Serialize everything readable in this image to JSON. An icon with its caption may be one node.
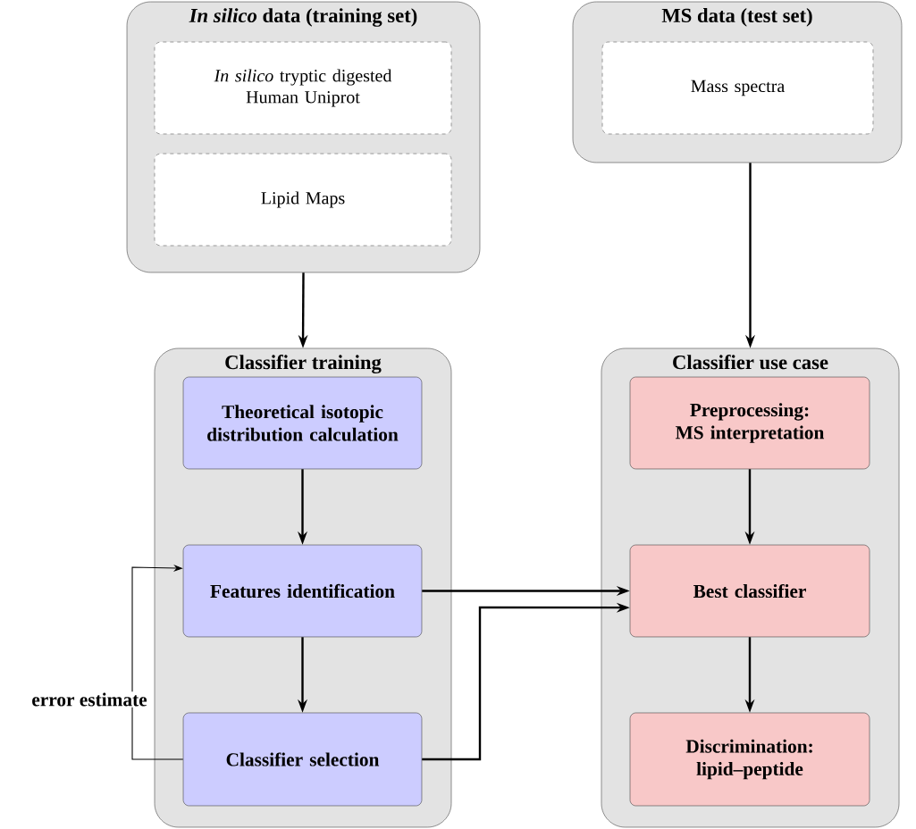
{
  "diagram": {
    "nodes": [
      {
        "text": [
          "*In silico* data (training set)"
        ]
      },
      {
        "text": [
          "*In silico* tryptic digested Human Uniprot"
        ],
        "in": 0
      },
      {
        "text": [
          "Lipid Maps"
        ],
        "in": 0
      },
      {
        "text": [
          "MS data (test set)"
        ]
      },
      {
        "text": [
          "Mass spectra"
        ],
        "in": 3
      },
      {
        "text": [
          "Classifier training"
        ]
      },
      {
        "text": [
          "Theoretical isotopic distribution calculation"
        ],
        "in": 5
      },
      {
        "text": [
          "Features identification"
        ],
        "in": 5
      },
      {
        "text": [
          "Classifier selection"
        ],
        "in": 5
      },
      {
        "text": [
          "Classifier use case"
        ]
      },
      {
        "text": [
          "Preprocessing: MS interpretation"
        ],
        "in": 9
      },
      {
        "text": [
          "Best classifier"
        ],
        "in": 9
      },
      {
        "text": [
          "Discrimination: lipid–peptide"
        ],
        "in": 9
      }
    ],
    "edges": [
      {
        "from": 0,
        "to": 5,
        "arrow": "to"
      },
      {
        "from": 3,
        "to": 9,
        "arrow": "to"
      },
      {
        "from": 6,
        "to": 7,
        "arrow": "to"
      },
      {
        "from": 7,
        "to": 8,
        "arrow": "to"
      },
      {
        "from": 10,
        "to": 11,
        "arrow": "to"
      },
      {
        "from": 11,
        "to": 12,
        "arrow": "to"
      },
      {
        "from": 7,
        "to": 11,
        "arrow": "to"
      },
      {
        "from": 8,
        "to": 11,
        "arrow": "to"
      },
      {
        "from": 8,
        "to": 7,
        "arrow": "to",
        "label": "error estimate"
      }
    ]
  }
}
